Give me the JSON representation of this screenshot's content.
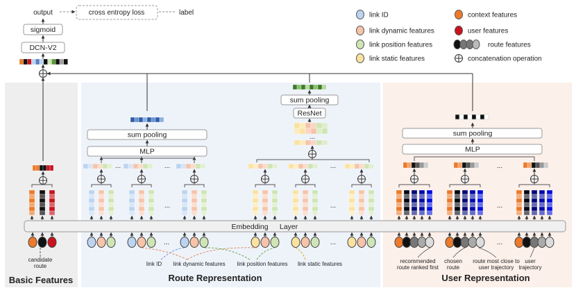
{
  "top": {
    "output": "output",
    "loss": "cross entropy loss",
    "label": "label",
    "sigmoid": "sigmoid",
    "dcn": "DCN-V2"
  },
  "legend": [
    {
      "text": "link ID",
      "color": "#bcd4ef",
      "icon": "circle-icon"
    },
    {
      "text": "link dynamic features",
      "color": "#f7c4a9",
      "icon": "circle-icon"
    },
    {
      "text": "link position features",
      "color": "#cfe5b5",
      "icon": "circle-icon"
    },
    {
      "text": "link static features",
      "color": "#fbe29f",
      "icon": "circle-icon"
    },
    {
      "text": "context features",
      "color": "#ec7a2a",
      "icon": "circle-icon"
    },
    {
      "text": "user features",
      "color": "#c8141e",
      "icon": "circle-icon"
    },
    {
      "text": "route features",
      "color": "#777777",
      "icon": "route-circles-icon"
    },
    {
      "text": "concatenation operation",
      "color": "#ffffff",
      "icon": "concat-icon"
    }
  ],
  "sections": {
    "basic": "Basic Features",
    "route": "Route Representation",
    "user": "User Representation"
  },
  "embedding": {
    "left": "Embedding",
    "right": "Layer"
  },
  "ops": {
    "sum_pooling": "sum pooling",
    "mlp": "MLP",
    "resnet": "ResNet",
    "ellipsis": "..."
  },
  "bottom_labels": {
    "candidate_route": [
      "candidate",
      "route"
    ],
    "link_id": "link ID",
    "link_dynamic": "link dynamic features",
    "link_position": "link position features",
    "link_static": "link static features",
    "recommended": [
      "recommended",
      "route ranked first"
    ],
    "chosen": [
      "chosen",
      "route"
    ],
    "closest": [
      "route most close to",
      "user trajectory"
    ],
    "user_traj": [
      "user",
      "trajectory"
    ]
  },
  "colors": {
    "link_id": "#bcd4ef",
    "link_dynamic": "#f7c4a9",
    "link_position": "#cfe5b5",
    "link_static": "#fbe29f",
    "context": "#ec7a2a",
    "user": "#c8141e",
    "black": "#111111",
    "route_bg": "#eef3fa",
    "user_bg": "#fbf0ea",
    "basic_bg": "#eeeeee"
  }
}
